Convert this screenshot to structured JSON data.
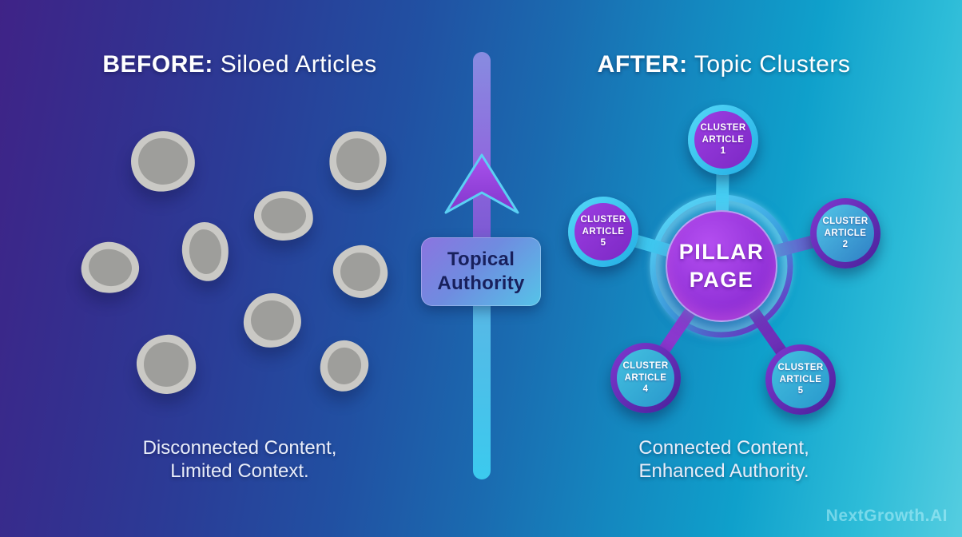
{
  "header": {
    "before_label": "BEFORE:",
    "before_title": " Siloed Articles",
    "after_label": "AFTER:",
    "after_title": " Topic Clusters"
  },
  "left_panel": {
    "caption_line1": "Disconnected Content,",
    "caption_line2": "Limited Context.",
    "blob_count": 9
  },
  "center": {
    "arrow_label_line1": "Topical",
    "arrow_label_line2": "Authority",
    "arrow_direction": "up"
  },
  "right_panel": {
    "pillar": {
      "line1": "PILLAR",
      "line2": "PAGE"
    },
    "clusters": [
      {
        "line1": "CLUSTER",
        "line2": "ARTICLE",
        "line3": "1",
        "position": "top",
        "ring": "cyan"
      },
      {
        "line1": "CLUSTER",
        "line2": "ARTICLE",
        "line3": "2",
        "position": "right",
        "ring": "purple"
      },
      {
        "line1": "CLUSTER",
        "line2": "ARTICLE",
        "line3": "5",
        "position": "bottom-right",
        "ring": "purple"
      },
      {
        "line1": "CLUSTER",
        "line2": "ARTICLE",
        "line3": "4",
        "position": "bottom-left",
        "ring": "purple"
      },
      {
        "line1": "CLUSTER",
        "line2": "ARTICLE",
        "line3": "5",
        "position": "left",
        "ring": "cyan"
      }
    ],
    "caption_line1": "Connected Content,",
    "caption_line2": "Enhanced Authority."
  },
  "watermark": "NextGrowth.AI",
  "colors": {
    "bg_left": "#3f2387",
    "bg_right": "#55cde0",
    "pillar_purple": "#9232d8",
    "ring_cyan": "#3cc6f0",
    "ring_purple": "#5a2aa8",
    "blob_outer": "#cac9c5",
    "blob_inner": "#9e9e9b",
    "heading_text": "#ffffff",
    "authority_text": "#18205c"
  }
}
